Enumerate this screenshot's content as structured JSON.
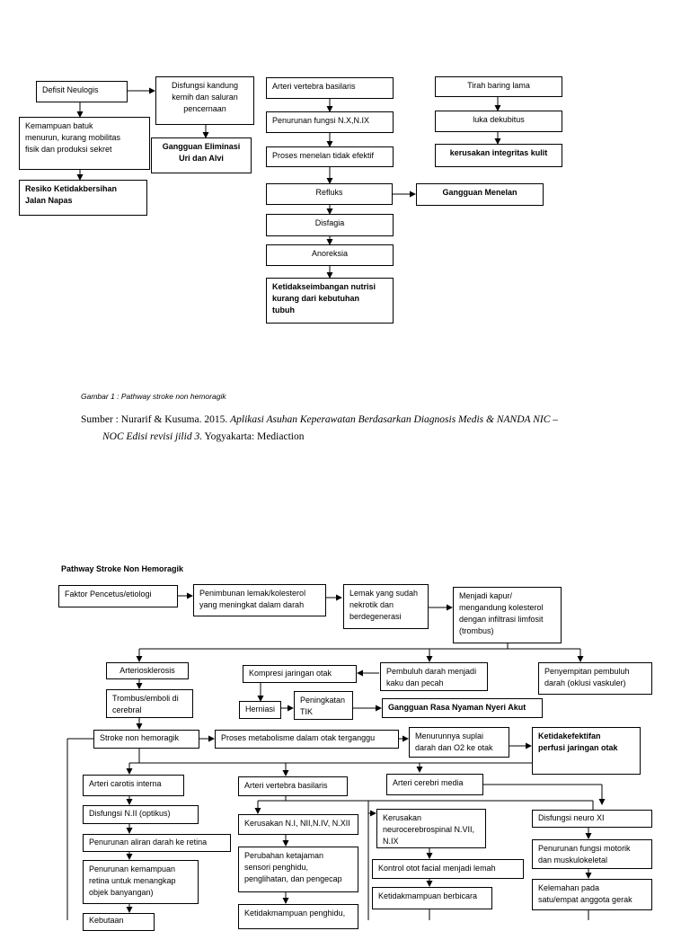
{
  "top_diagram": {
    "defisit_neulogis": "Defisit Neulogis",
    "kemampuan_batuk": "Kemampuan batuk\nmenurun, kurang mobilitas\nfisik dan produksi sekret",
    "resiko_jalan_napas": "Resiko Ketidakbersihan\nJalan Napas",
    "disfungsi_kandung": "Disfungsi kandung\nkemih dan saluran\npencernaan",
    "gangguan_eliminasi": "Gangguan Eliminasi\nUri dan Alvi",
    "arteri_vertebra": "Arteri  vertebra basilaris",
    "penurunan_fungsi": "Penurunan fungsi N.X,N.IX",
    "proses_menelan": "Proses menelan tidak efektif",
    "refluks": "Refluks",
    "gangguan_menelan": "Gangguan Menelan",
    "disfagia": "Disfagia",
    "anoreksia": "Anoreksia",
    "ketidakseimbangan_nutrisi": "Ketidakseimbangan nutrisi\nkurang dari kebutuhan\ntubuh",
    "tirah_baring": "Tirah baring lama",
    "luka_dekubitus": "luka dekubitus",
    "kerusakan_integritas": "kerusakan integritas kulit"
  },
  "caption": "Gambar 1 : Pathway stroke non hemoragik",
  "source": {
    "prefix": "Sumber : Nurarif & Kusuma. 2015. ",
    "title_part1": "Aplikasi Asuhan Keperawatan Berdasarkan Diagnosis Medis & NANDA NIC –",
    "title_part2": "NOC Edisi revisi jilid 3.",
    "suffix": " Yogyakarta: Mediaction"
  },
  "bottom_title": "Pathway Stroke Non Hemoragik",
  "bottom_diagram": {
    "faktor_pencetus": "Faktor Pencetus/etiologi",
    "penimbunan_lemak": "Penimbunan lemak/kolesterol\nyang meningkat dalam darah",
    "lemak_nekrotik": "Lemak yang sudah\nnekrotik dan\nberdegenerasi",
    "menjadi_kapur": "Menjadi kapur/\nmengandung kolesterol\ndengan infiltrasi limfosit\n(trombus)",
    "arteriosklerosis": "Arteriosklerosis",
    "trombus_emboli": "Trombus/emboli di\ncerebral",
    "kompresi_jaringan": "Kompresi jaringan otak",
    "pembuluh_kaku": "Pembuluh darah menjadi\nkaku dan pecah",
    "penyempitan_pembuluh": "Penyempitan pembuluh\ndarah (oklusi vaskuler)",
    "herniasi": "Herniasi",
    "peningkatan_tik": "Peningkatan\nTIK",
    "gangguan_nyeri": "Gangguan Rasa Nyaman Nyeri Akut",
    "stroke_non": "Stroke non hemoragik",
    "proses_metabolisme": "Proses metabolisme dalam otak terganggu",
    "menurunnya_suplai": "Menurunnya suplai\ndarah dan O2 ke otak",
    "ketidakefektifan": "Ketidakefektifan\nperfusi jaringan otak",
    "arteri_carotis": "Arteri carotis interna",
    "arteri_vertebra2": "Arteri  vertebra basilaris",
    "arteri_cerebri": "Arteri  cerebri media",
    "disfungsi_n2": "Disfungsi N.II (optikus)",
    "penurunan_aliran": "Penurunan aliran darah ke retina",
    "penurunan_kemampuan": "Penurunan kemampuan\nretina untuk menangkap\nobjek banyangan)",
    "kebutaan": "Kebutaan",
    "kerusakan_n1": "Kerusakan N.I, NII,N.IV, N.XII",
    "perubahan_ketajaman": "Perubahan ketajaman\nsensori penghidu,\npenglihatan, dan pengecap",
    "ketidakmampuan_penghidu": "Ketidakmampuan penghidu,",
    "kerusakan_neuro": "Kerusakan\nneurocerebrospinal N.VII,\nN.IX",
    "kontrol_otot": "Kontrol otot facial menjadi lemah",
    "ketidakmampuan_berbicara": "Ketidakmampuan berbicara",
    "disfungsi_neuro_xi": "Disfungsi neuro XI",
    "penurunan_motorik": "Penurunan fungsi motorik\ndan muskulokeletal",
    "kelemahan": "Kelemahan pada\nsatu/empat anggota gerak"
  }
}
